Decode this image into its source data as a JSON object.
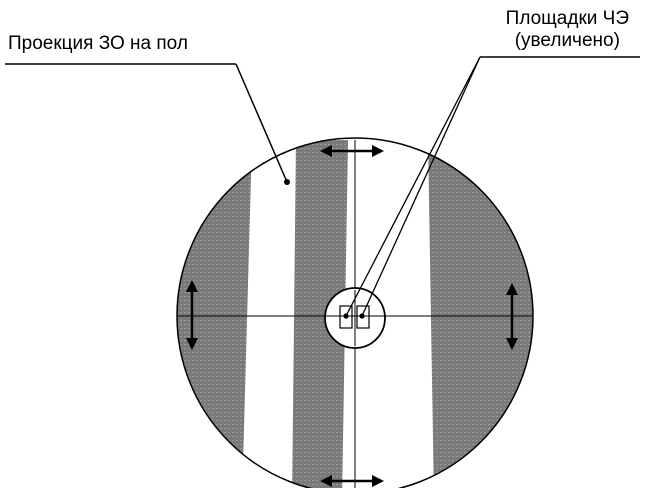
{
  "labels": {
    "floor_projection": "Проекция ЗО на пол",
    "sensor_pads_line1": "Площадки ЧЭ",
    "sensor_pads_line2": "(увеличено)"
  },
  "colors": {
    "stripe_fill": "#7a7a7a",
    "stroke": "#000000",
    "background": "#ffffff"
  },
  "icons": {
    "horizontal_arrow": "double-headed-horizontal-arrow",
    "vertical_arrow": "double-headed-vertical-arrow"
  }
}
